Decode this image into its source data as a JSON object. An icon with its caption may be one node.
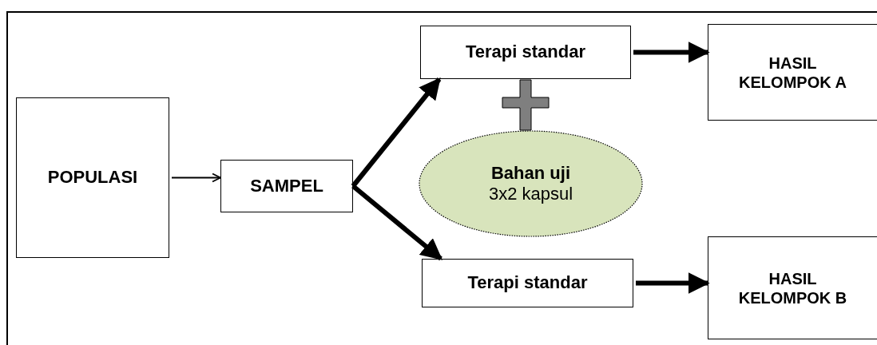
{
  "diagram": {
    "nodes": [
      {
        "text": [
          "POPULASI"
        ]
      },
      {
        "text": [
          "SAMPEL"
        ]
      },
      {
        "text": [
          "Terapi standar"
        ]
      },
      {
        "text": [
          "HASIL KELOMPOK A"
        ]
      },
      {
        "text": [
          "Bahan uji",
          "3x2 kapsul"
        ]
      },
      {
        "text": [
          "Terapi standar"
        ]
      },
      {
        "text": [
          "HASIL KELOMPOK B"
        ]
      }
    ],
    "edges": [
      {
        "from": 0,
        "to": 1,
        "arrow": "to"
      },
      {
        "from": 1,
        "to": 2,
        "arrow": "to"
      },
      {
        "from": 1,
        "to": 5,
        "arrow": "to"
      },
      {
        "from": 2,
        "to": 3,
        "arrow": "to"
      },
      {
        "from": 5,
        "to": 6,
        "arrow": "to"
      }
    ]
  }
}
